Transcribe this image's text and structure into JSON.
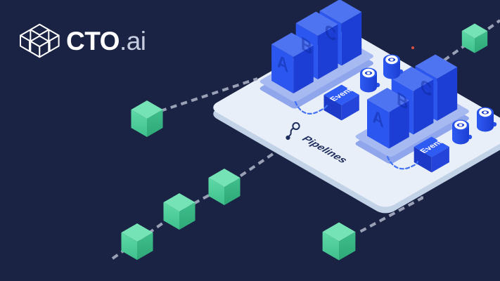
{
  "brand": {
    "name_bold": "CTO",
    "name_light": ".ai"
  },
  "illustration": {
    "pipelines_label": "Pipelines",
    "event_label": "Event",
    "bar_labels": [
      "A",
      "B",
      "C"
    ],
    "colors": {
      "background": "#1B2344",
      "platform_top": "#E9EFF8",
      "platform_side": "#C2D3E8",
      "slab_top": "#A6B9F1",
      "slab_side": "#8FA5EC",
      "bar_top": "#4F74F2",
      "bar_left": "#2B56F0",
      "bar_right": "#1D3ED4",
      "bar_letter": "#0E2596",
      "event_top": "#2E5BF4",
      "event_left": "#1C39C8",
      "event_right": "#2444DA",
      "cylinder_light": "#2E5AF2",
      "cylinder_dark": "#1C3ED2",
      "cylinder_top": "#2853EA",
      "cylinder_inner": "#1B3CCE",
      "green_top": "#75E3B6",
      "green_left_a": "#5FD9A8",
      "green_left_b": "#3EC08C",
      "green_right_a": "#3FBE8C",
      "green_right_b": "#2EA877",
      "dash_gray": "#9AA1B6",
      "dash_blue": "#4070F4",
      "text_navy": "#1E2D5C",
      "red_dot": "#D94F43",
      "white": "#FFFFFF"
    }
  }
}
